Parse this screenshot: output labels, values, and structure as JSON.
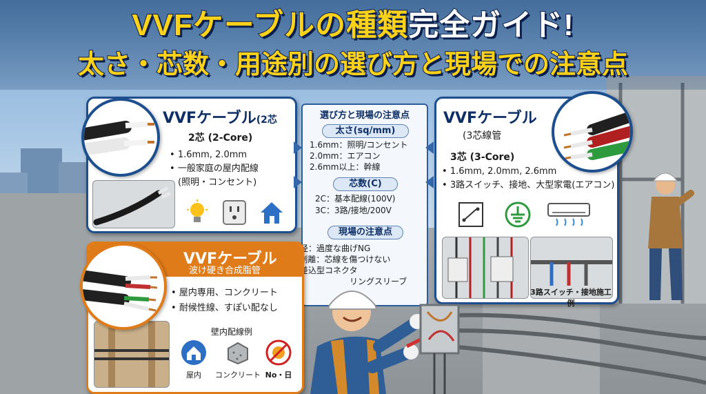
{
  "title": {
    "line1_part1": "VVFケーブルの種類",
    "line1_part2": "完全ガイド!",
    "line2": "太さ・芯数・用途別の選び方と現場での注意点"
  },
  "left_top": {
    "header": "VVFケーブル",
    "header_small": "(2芯",
    "core": "2芯 (2-Core)",
    "bullets": [
      "1.6mm, 2.0mm",
      "一般家庭の屋内配線",
      "(照明・コンセント)"
    ],
    "icons": [
      "bulb-icon",
      "outlet-icon",
      "house-icon"
    ]
  },
  "left_bottom": {
    "header": "VVFケーブル",
    "subheader": "波け硬き合成脂管",
    "bullets": [
      "屋内専用、コンクリート",
      "耐候性線、すぽい配なし"
    ],
    "example_label": "壁内配線例",
    "icons": [
      {
        "name": "indoor-icon",
        "label": "屋内"
      },
      {
        "name": "concrete-icon",
        "label": "コンクリート"
      },
      {
        "name": "no-sun-icon",
        "label": "No・日"
      }
    ]
  },
  "middle": {
    "header": "選び方と現場の注意点",
    "size_pill": "太さ(sq/mm)",
    "size_lines": [
      "1.6mm：照明/コンセント",
      "2.0mm：エアコン",
      "2.6mm以上：幹線"
    ],
    "core_pill": "芯数(C)",
    "core_lines": [
      "2C：基本配線(100V)",
      "3C：3路/接地/200V"
    ],
    "site_pill": "現場の注意点",
    "site_lines": [
      {
        "k": "曲げ半径",
        "v": "：過度な曲げNG"
      },
      {
        "k": "シース剥離",
        "v": "：芯線を傷つけない"
      },
      {
        "k": "接続",
        "v": "：差込型コネクタ"
      },
      {
        "k": "",
        "v": "リングスリーブ"
      }
    ]
  },
  "right": {
    "header": "VVFケーブル",
    "subheader": "(3芯線管",
    "core": "3芯 (3-Core)",
    "bullets": [
      "1.6mm, 2.0mm, 2.6mm",
      "3路スイッチ、接地、大型家電(エアコン)"
    ],
    "icons": [
      "three-way-switch-icon",
      "ground-icon",
      "air-conditioner-icon"
    ],
    "caption": "3路スイッチ・接地施工例"
  },
  "colors": {
    "navy": "#1d4f8f",
    "orange": "#e07b1a",
    "title_yellow": "#ffd21a"
  }
}
